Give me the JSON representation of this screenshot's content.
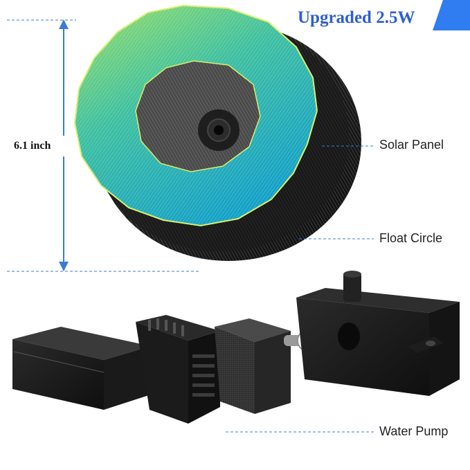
{
  "badge": {
    "text": "Upgraded 2.5W",
    "accent": "#2f7df0",
    "text_color": "#2f5fd0"
  },
  "dimension": {
    "text": "6.1 inch"
  },
  "callouts": {
    "solar_panel": "Solar Panel",
    "float_circle": "Float Circle",
    "water_pump": "Water Pump"
  },
  "colors": {
    "panel_outer_top": "#8fd96a",
    "panel_outer_bottom": "#18a8c8",
    "panel_inner": "#555555",
    "float_body": "#1c1c1c",
    "guide_line": "#3a7bd5"
  }
}
